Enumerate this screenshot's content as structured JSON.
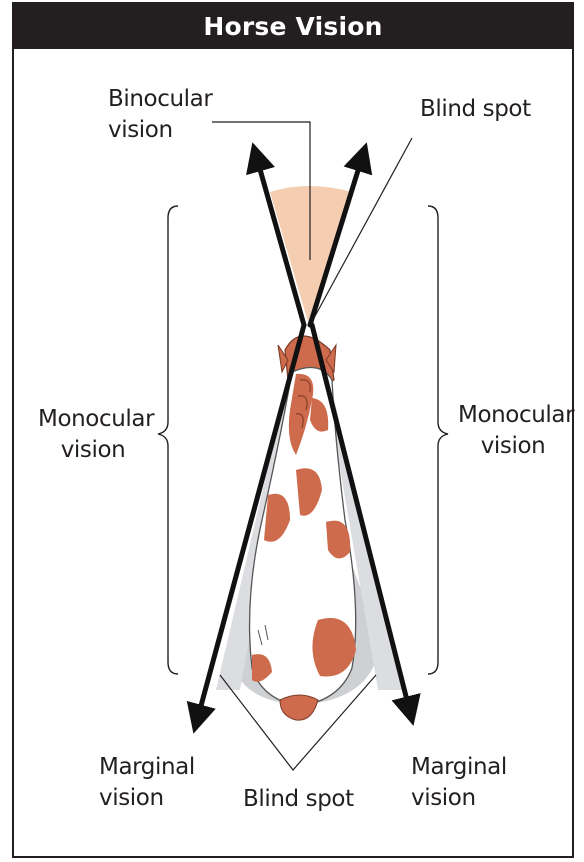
{
  "title": "Horse Vision",
  "labels": {
    "binocular": [
      "Binocular",
      "vision"
    ],
    "blind_spot_front": "Blind spot",
    "monocular_left": [
      "Monocular",
      "vision"
    ],
    "monocular_right": [
      "Monocular",
      "vision"
    ],
    "marginal_left": [
      "Marginal",
      "vision"
    ],
    "marginal_right": [
      "Marginal",
      "vision"
    ],
    "blind_spot_rear": "Blind spot"
  },
  "colors": {
    "frame": "#231f20",
    "binocular_zone": "#f5cdb0",
    "blind_zone": "#cfd0d3",
    "horse_body": "#ffffff",
    "horse_patches": "#cd6b4c",
    "arrows": "#111111",
    "leader_lines": "#231f20"
  }
}
